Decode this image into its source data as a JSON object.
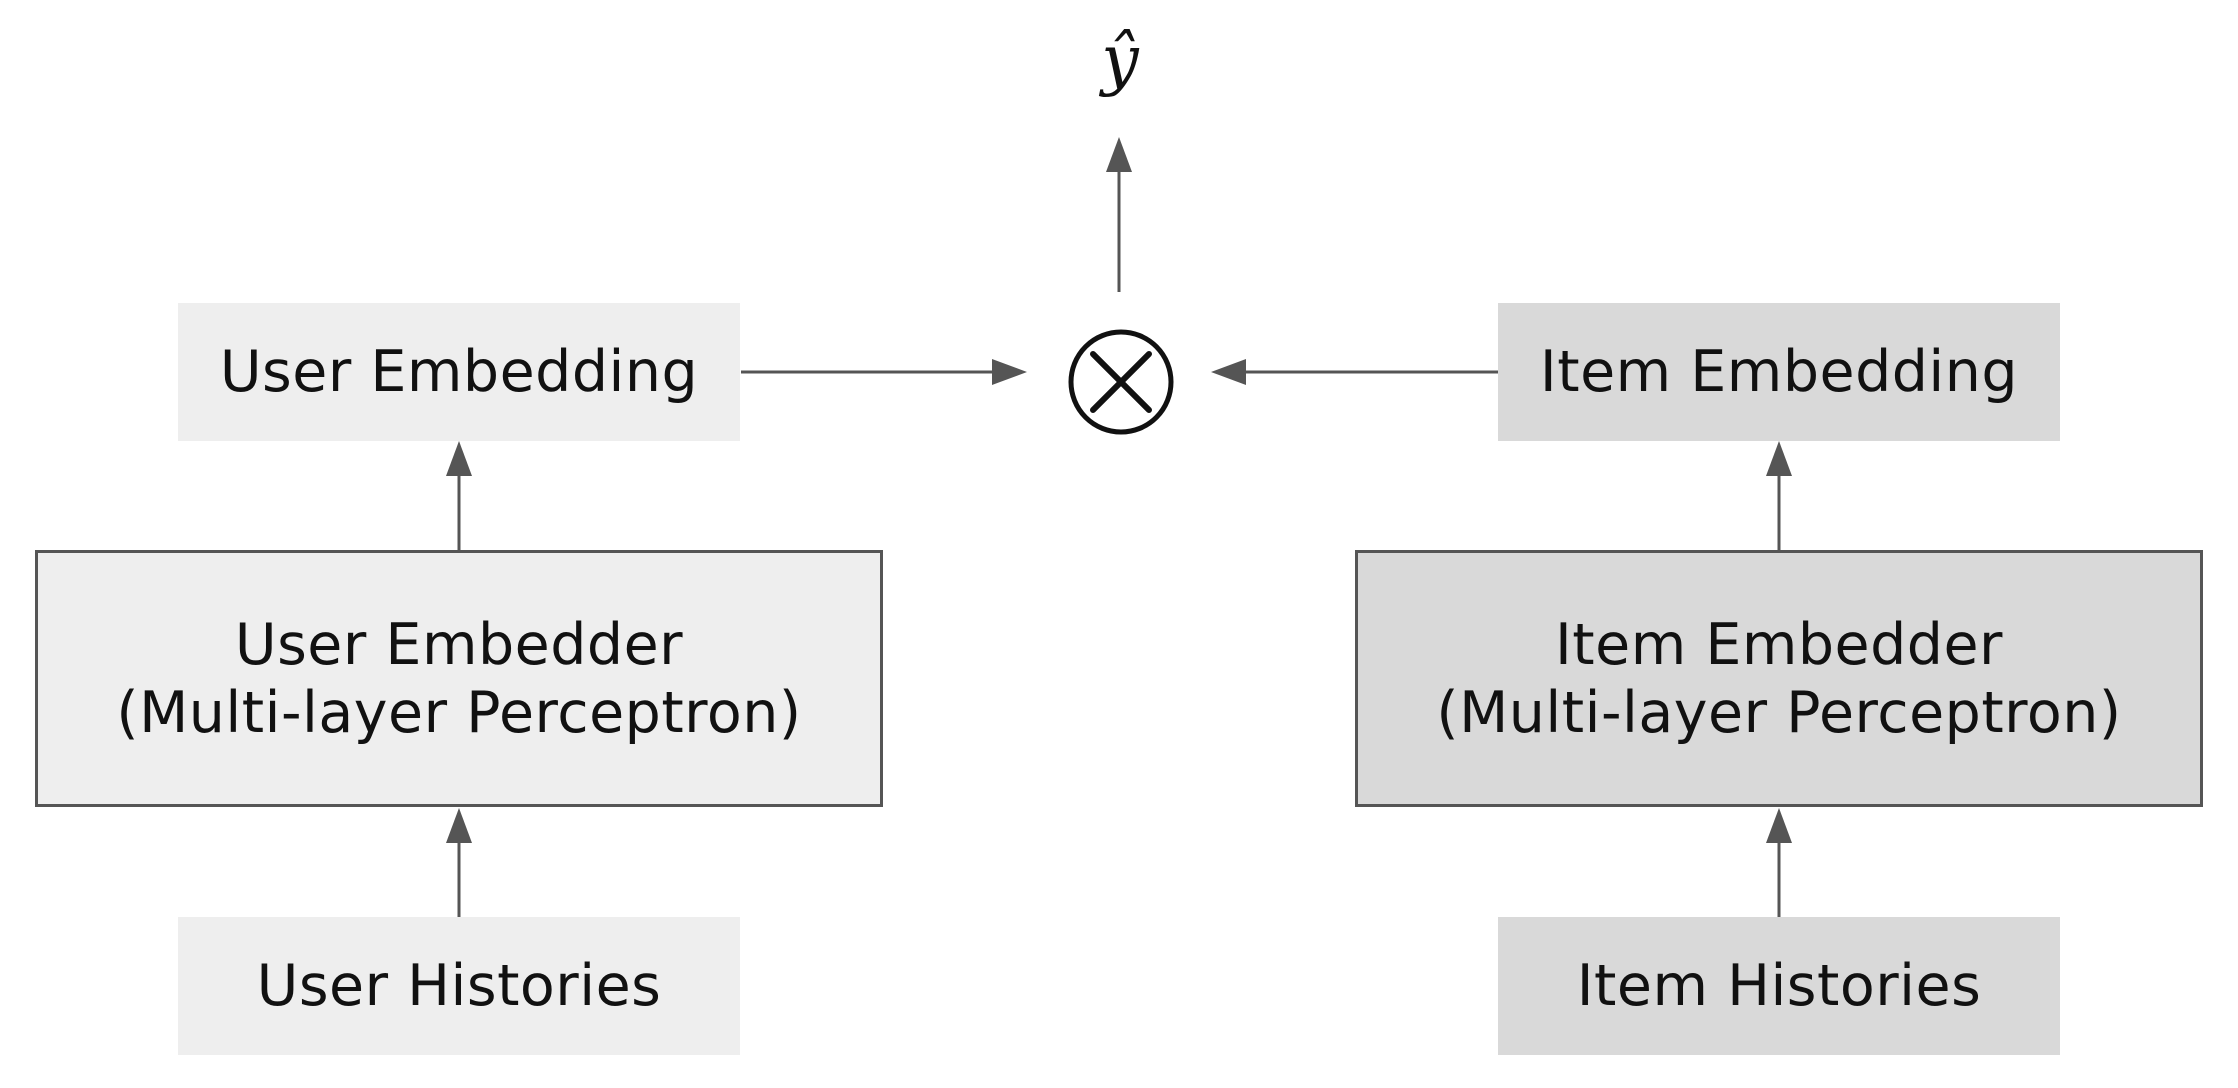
{
  "output": {
    "label": "ŷ"
  },
  "operator": {
    "icon": "circled-times-icon",
    "symbol": "⊗"
  },
  "user_branch": {
    "embedding": "User Embedding",
    "embedder_line1": "User Embedder",
    "embedder_line2": "(Multi-layer Perceptron)",
    "histories": "User Histories"
  },
  "item_branch": {
    "embedding": "Item Embedding",
    "embedder_line1": "Item Embedder",
    "embedder_line2": "(Multi-layer Perceptron)",
    "histories": "Item Histories"
  },
  "colors": {
    "user_fill": "#eeeeee",
    "item_fill": "#d9d9d9",
    "line": "#555555",
    "operator_stroke": "#111111",
    "text": "#111111"
  }
}
